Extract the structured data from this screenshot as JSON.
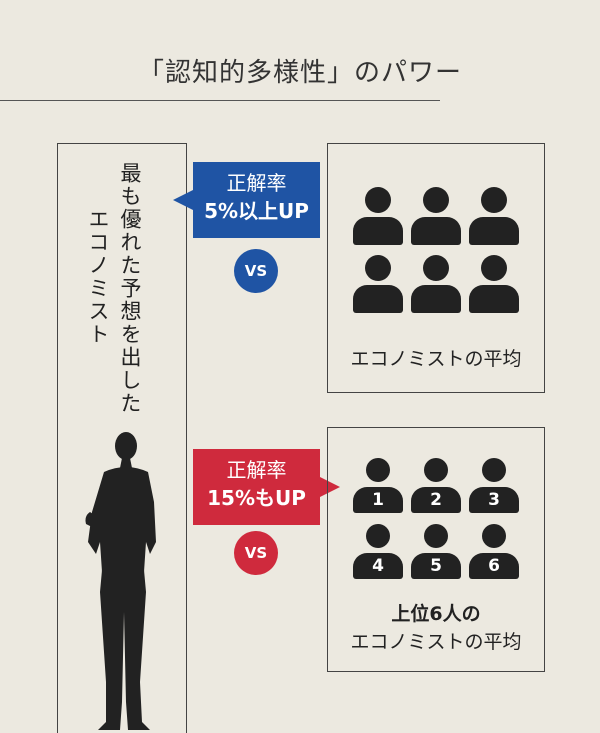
{
  "title": "「認知的多様性」のパワー",
  "left_panel": {
    "line1": "最も優れた予想を出した",
    "line2": "エコノミスト",
    "figure_icon": "businessman-silhouette-icon"
  },
  "comparison_top": {
    "bubble_line1": "正解率",
    "bubble_line2": "5%以上UP",
    "vs_label": "VS",
    "caption": "エコノミストの平均",
    "accent_color": "#1f54a4",
    "people_icon": "person-icon"
  },
  "comparison_bottom": {
    "bubble_line1": "正解率",
    "bubble_line2": "15%もUP",
    "vs_label": "VS",
    "caption_line1": "上位6人の",
    "caption_line2": "エコノミストの平均",
    "accent_color": "#cf2a3d",
    "person_numbers": [
      "1",
      "2",
      "3",
      "4",
      "5",
      "6"
    ]
  }
}
